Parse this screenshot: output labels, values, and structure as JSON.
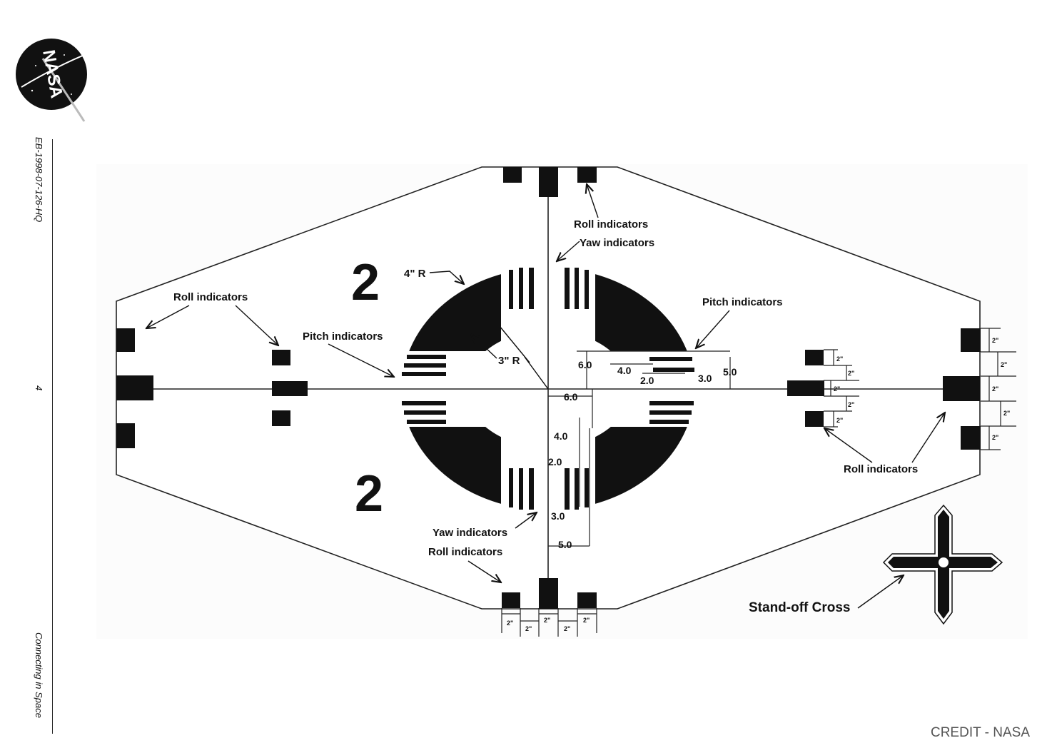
{
  "sidebar": {
    "logo_text": "NASA",
    "doc_id": "EB-1998-07-126-HQ",
    "page_number": "4",
    "doc_title": "Connecting in Space"
  },
  "diagram": {
    "big_numeral": "2",
    "labels": {
      "roll_indicators": "Roll indicators",
      "yaw_indicators": "Yaw indicators",
      "pitch_indicators": "Pitch indicators",
      "radius_outer": "4\" R",
      "radius_inner": "3\" R",
      "standoff_cross": "Stand-off Cross"
    },
    "dimensions": {
      "d60": "6.0",
      "d40": "4.0",
      "d20": "2.0",
      "d30": "3.0",
      "d50": "5.0",
      "two_inch": "2\""
    }
  },
  "credit": "CREDIT - NASA"
}
